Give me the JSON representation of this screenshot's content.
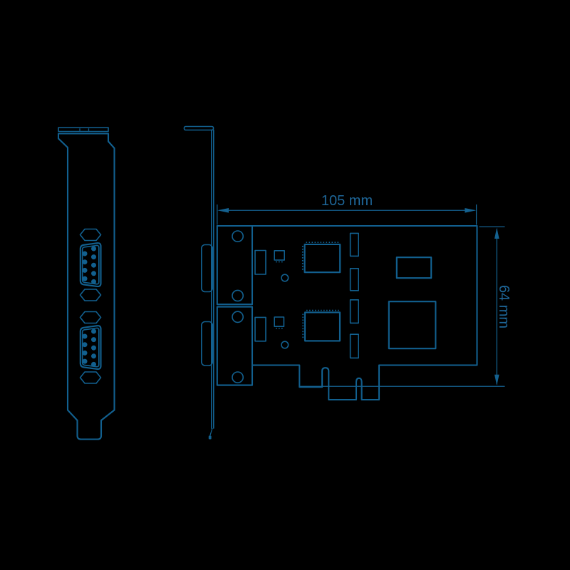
{
  "drawing": {
    "type": "technical-diagram",
    "views": {
      "left": "bracket-front-view",
      "right": "card-side-view"
    },
    "dimensions": {
      "width": {
        "label": "105 mm",
        "value_mm": 105
      },
      "height": {
        "label": "64 mm",
        "value_mm": 64
      }
    },
    "colors": {
      "background": "#000000",
      "line": "#12608f",
      "dimension": "#14618f",
      "label_text": "#1e6698"
    }
  }
}
